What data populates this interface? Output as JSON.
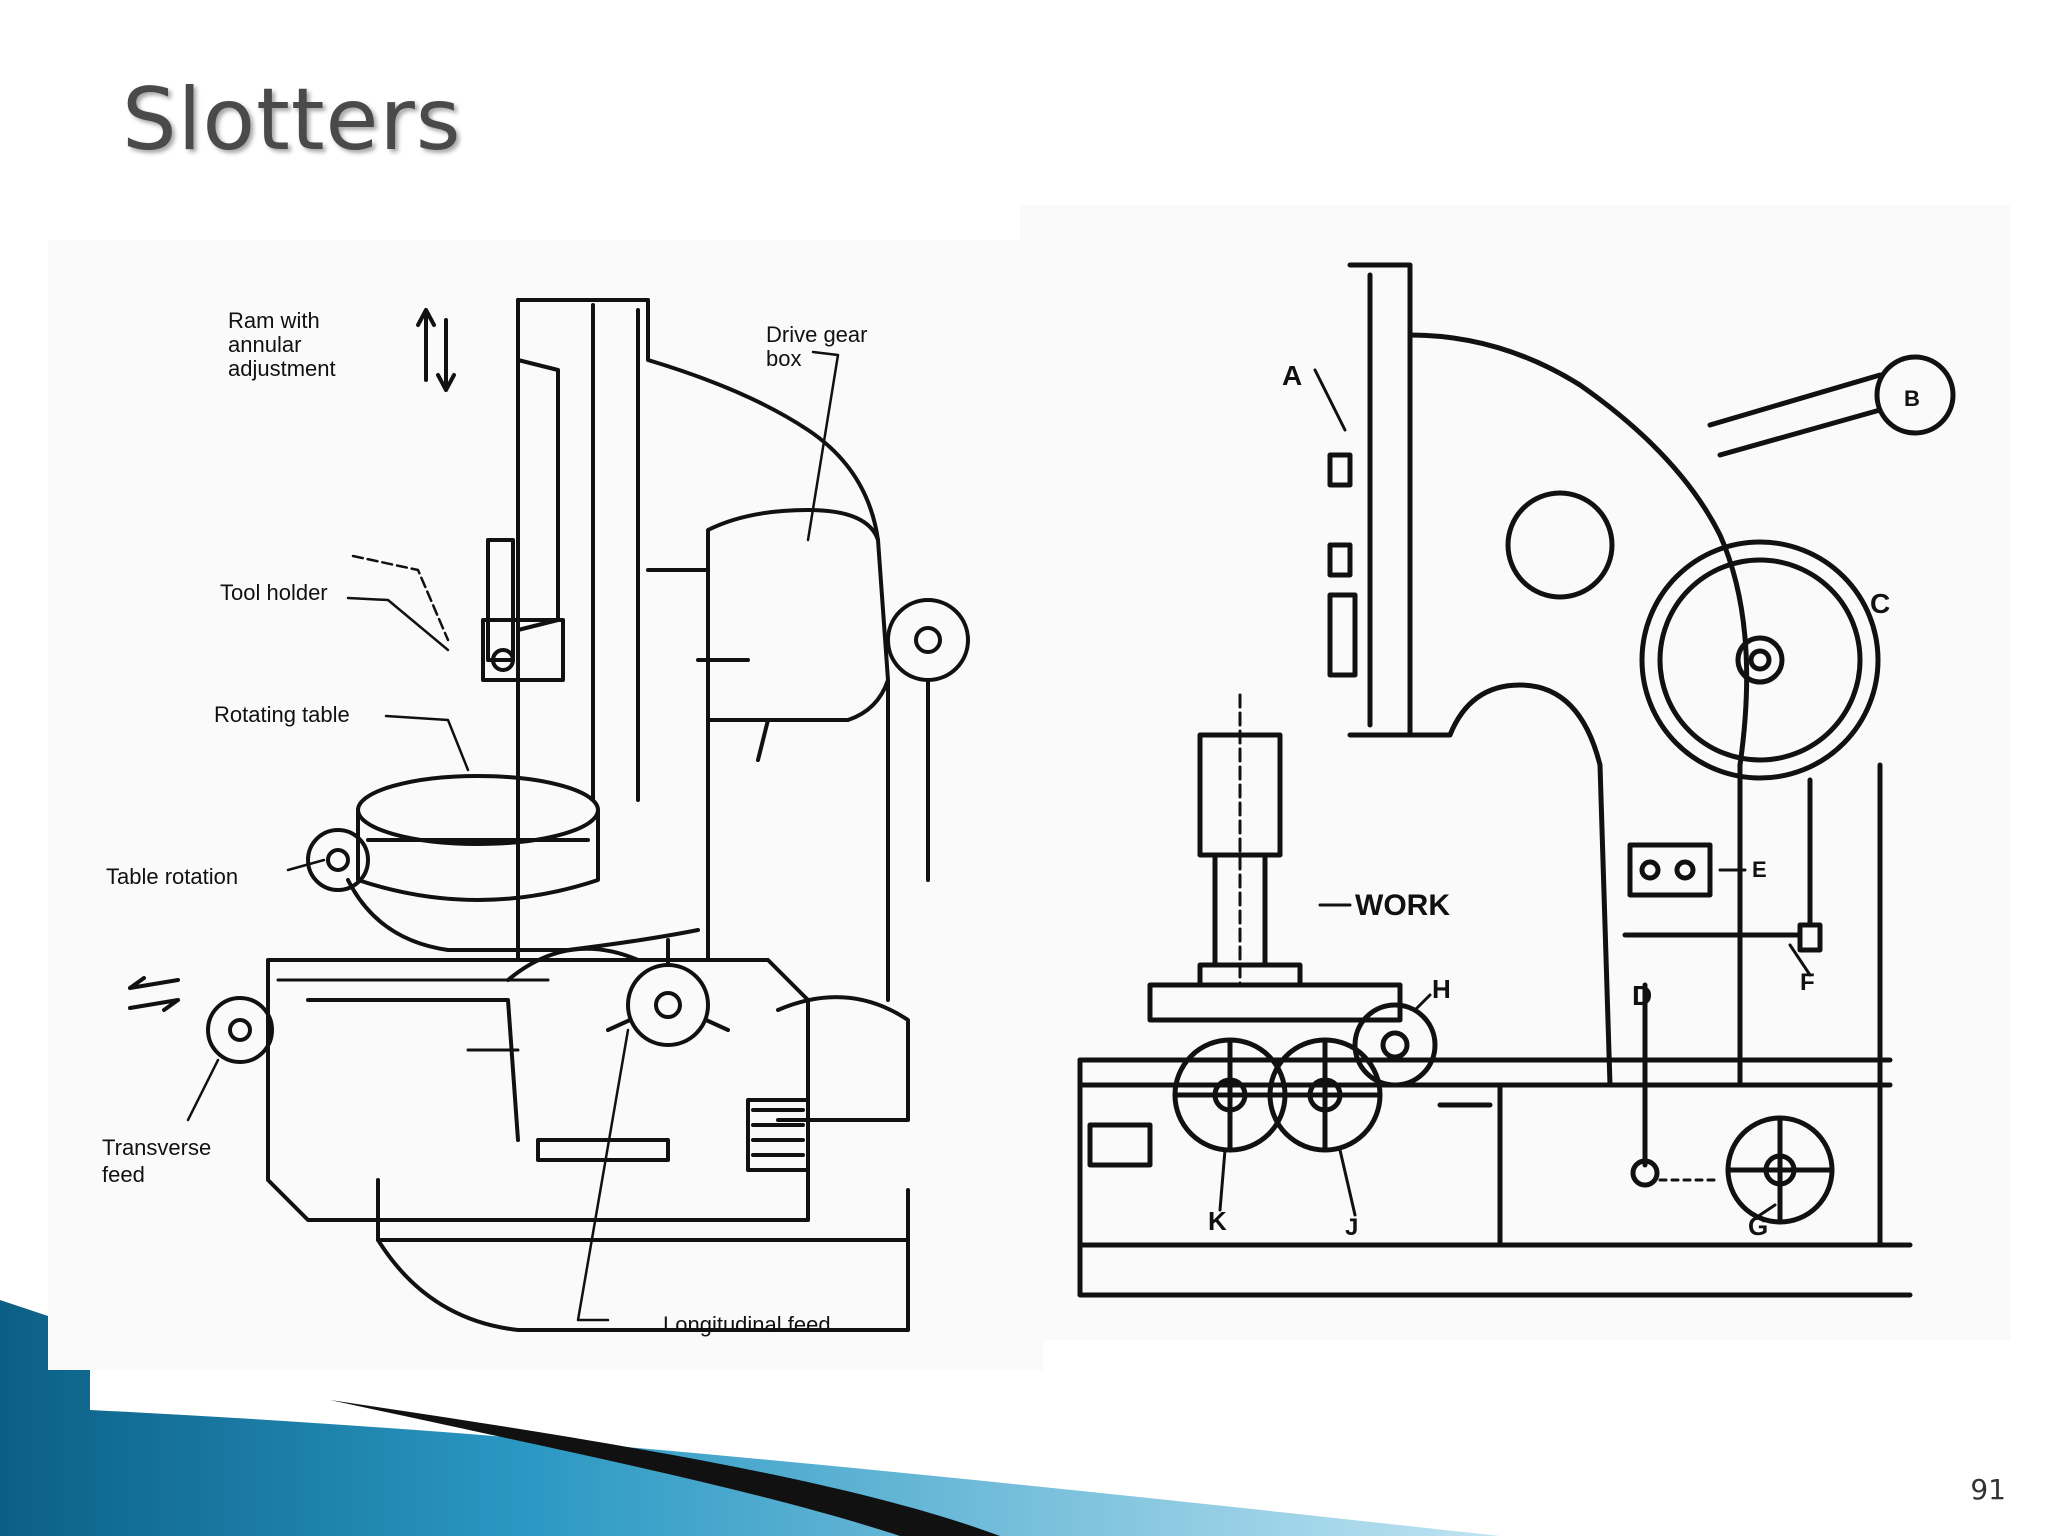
{
  "slide": {
    "title": "Slotters",
    "page_number": "91"
  },
  "left_diagram": {
    "labels": {
      "ram_line1": "Ram with",
      "ram_line2": "annular",
      "ram_line3": "adjustment",
      "tool_holder": "Tool holder",
      "rotating_table": "Rotating table",
      "table_rotation": "Table rotation",
      "transverse_line1": "Transverse",
      "transverse_line2": "feed",
      "longitudinal": "Longitudinal feed",
      "drive_line1": "Drive gear",
      "drive_line2": "box"
    }
  },
  "right_diagram": {
    "labels": {
      "a": "A",
      "b": "B",
      "c": "C",
      "d": "D",
      "e": "E",
      "f": "F",
      "g": "G",
      "h": "H",
      "j": "J",
      "k": "K",
      "work": "WORK"
    }
  },
  "colors": {
    "accent_dark": "#0b5f86",
    "accent_light": "#5cc0e0",
    "title": "#4a4a4a"
  }
}
